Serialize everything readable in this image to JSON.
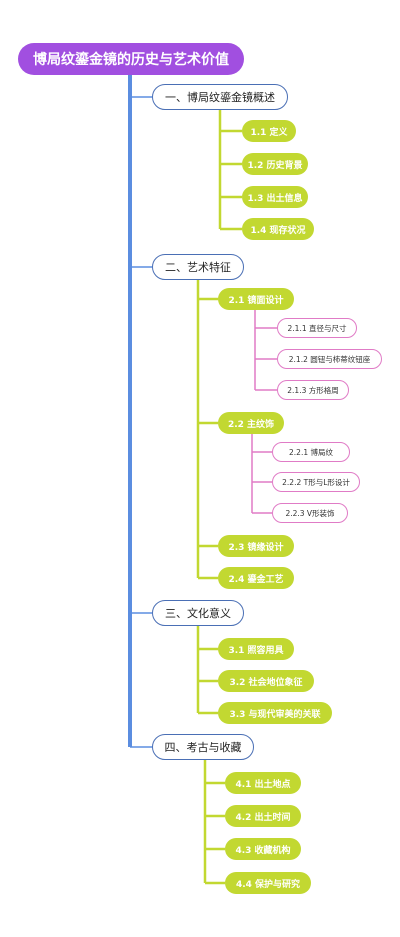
{
  "root": "博局纹鎏金镜的历史与艺术价值",
  "sections": [
    {
      "title": "一、博局纹鎏金镜概述",
      "items": [
        {
          "label": "1.1 定义"
        },
        {
          "label": "1.2 历史背景"
        },
        {
          "label": "1.3 出土信息"
        },
        {
          "label": "1.4 现存状况"
        }
      ]
    },
    {
      "title": "二、艺术特征",
      "items": [
        {
          "label": "2.1 镜面设计",
          "children": [
            "2.1.1 直径与尺寸",
            "2.1.2 圆钮与柿蒂纹钮座",
            "2.1.3 方形格周"
          ]
        },
        {
          "label": "2.2 主纹饰",
          "children": [
            "2.2.1 博局纹",
            "2.2.2 T形与L形设计",
            "2.2.3 V形装饰"
          ]
        },
        {
          "label": "2.3 镜缘设计"
        },
        {
          "label": "2.4 鎏金工艺"
        }
      ]
    },
    {
      "title": "三、文化意义",
      "items": [
        {
          "label": "3.1 照容用具"
        },
        {
          "label": "3.2 社会地位象征"
        },
        {
          "label": "3.3 与现代审美的关联"
        }
      ]
    },
    {
      "title": "四、考古与收藏",
      "items": [
        {
          "label": "4.1 出土地点"
        },
        {
          "label": "4.2 出土时间"
        },
        {
          "label": "4.3 收藏机构"
        },
        {
          "label": "4.4 保护与研究"
        }
      ]
    }
  ],
  "colors": {
    "root": "#a14fe0",
    "section_border": "#4a6fb5",
    "trunk": "#5b8de0",
    "leaf_fill": "#c2d831",
    "sub_leaf_border": "#e07bc6"
  }
}
